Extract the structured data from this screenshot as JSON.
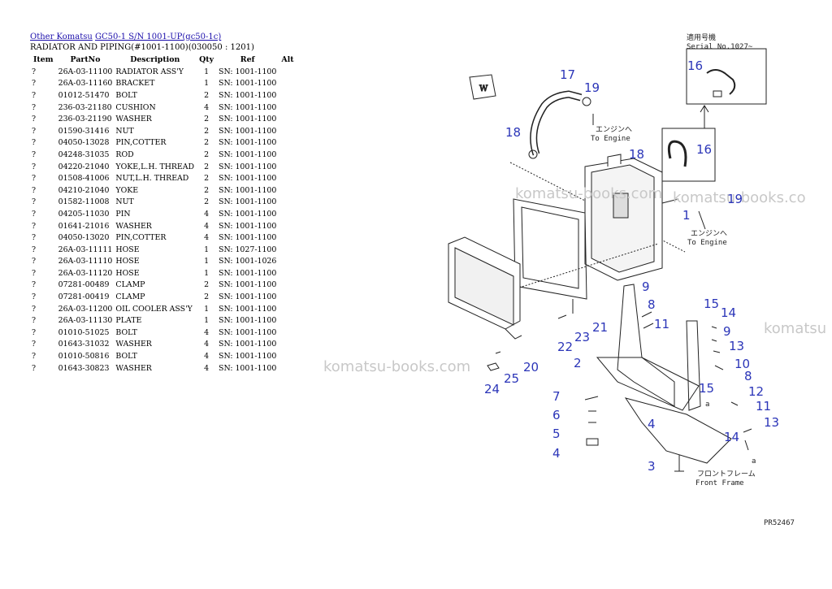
{
  "breadcrumb": {
    "link1": "Other Komatsu",
    "link2": "GC50-1 S/N 1001-UP(gc50-1c)"
  },
  "subtitle": "RADIATOR AND PIPING(#1001-1100)(030050 : 1201)",
  "headers": {
    "item": "Item",
    "part": "PartNo",
    "desc": "Description",
    "qty": "Qty",
    "ref": "Ref",
    "alt": "Alt"
  },
  "rows": [
    {
      "item": "?",
      "part": "26A-03-11100",
      "desc": "RADIATOR ASS'Y",
      "qty": "1",
      "ref": "SN: 1001-1100"
    },
    {
      "item": "?",
      "part": "26A-03-11160",
      "desc": "BRACKET",
      "qty": "1",
      "ref": "SN: 1001-1100"
    },
    {
      "item": "?",
      "part": "01012-51470",
      "desc": "BOLT",
      "qty": "2",
      "ref": "SN: 1001-1100"
    },
    {
      "item": "?",
      "part": "236-03-21180",
      "desc": "CUSHION",
      "qty": "4",
      "ref": "SN: 1001-1100"
    },
    {
      "item": "?",
      "part": "236-03-21190",
      "desc": "WASHER",
      "qty": "2",
      "ref": "SN: 1001-1100"
    },
    {
      "item": "?",
      "part": "01590-31416",
      "desc": "NUT",
      "qty": "2",
      "ref": "SN: 1001-1100"
    },
    {
      "item": "?",
      "part": "04050-13028",
      "desc": "PIN,COTTER",
      "qty": "2",
      "ref": "SN: 1001-1100"
    },
    {
      "item": "?",
      "part": "04248-31035",
      "desc": "ROD",
      "qty": "2",
      "ref": "SN: 1001-1100"
    },
    {
      "item": "?",
      "part": "04220-21040",
      "desc": "YOKE,L.H. THREAD",
      "qty": "2",
      "ref": "SN: 1001-1100"
    },
    {
      "item": "?",
      "part": "01508-41006",
      "desc": "NUT,L.H. THREAD",
      "qty": "2",
      "ref": "SN: 1001-1100"
    },
    {
      "item": "?",
      "part": "04210-21040",
      "desc": "YOKE",
      "qty": "2",
      "ref": "SN: 1001-1100"
    },
    {
      "item": "?",
      "part": "01582-11008",
      "desc": "NUT",
      "qty": "2",
      "ref": "SN: 1001-1100"
    },
    {
      "item": "?",
      "part": "04205-11030",
      "desc": "PIN",
      "qty": "4",
      "ref": "SN: 1001-1100"
    },
    {
      "item": "?",
      "part": "01641-21016",
      "desc": "WASHER",
      "qty": "4",
      "ref": "SN: 1001-1100"
    },
    {
      "item": "?",
      "part": "04050-13020",
      "desc": "PIN,COTTER",
      "qty": "4",
      "ref": "SN: 1001-1100"
    },
    {
      "item": "?",
      "part": "26A-03-11111",
      "desc": "HOSE",
      "qty": "1",
      "ref": "SN: 1027-1100"
    },
    {
      "item": "?",
      "part": "26A-03-11110",
      "desc": "HOSE",
      "qty": "1",
      "ref": "SN: 1001-1026"
    },
    {
      "item": "?",
      "part": "26A-03-11120",
      "desc": "HOSE",
      "qty": "1",
      "ref": "SN: 1001-1100"
    },
    {
      "item": "?",
      "part": "07281-00489",
      "desc": "CLAMP",
      "qty": "2",
      "ref": "SN: 1001-1100"
    },
    {
      "item": "?",
      "part": "07281-00419",
      "desc": "CLAMP",
      "qty": "2",
      "ref": "SN: 1001-1100"
    },
    {
      "item": "?",
      "part": "26A-03-11200",
      "desc": "OIL COOLER ASS'Y",
      "qty": "1",
      "ref": "SN: 1001-1100"
    },
    {
      "item": "?",
      "part": "26A-03-11130",
      "desc": "PLATE",
      "qty": "1",
      "ref": "SN: 1001-1100"
    },
    {
      "item": "?",
      "part": "01010-51025",
      "desc": "BOLT",
      "qty": "4",
      "ref": "SN: 1001-1100"
    },
    {
      "item": "?",
      "part": "01643-31032",
      "desc": "WASHER",
      "qty": "4",
      "ref": "SN: 1001-1100"
    },
    {
      "item": "?",
      "part": "01010-50816",
      "desc": "BOLT",
      "qty": "4",
      "ref": "SN: 1001-1100"
    },
    {
      "item": "?",
      "part": "01643-30823",
      "desc": "WASHER",
      "qty": "4",
      "ref": "SN: 1001-1100"
    }
  ],
  "diagram": {
    "watermark": "komatsu-books.com",
    "watermark_partial_right": "komatsu-books.co",
    "watermark_partial_edge": "komatsu",
    "serial_note_jp": "適用号機",
    "serial_note": "Serial No.1027~",
    "to_engine_jp": "エンジンへ",
    "to_engine": "To Engine",
    "front_frame_jp": "フロントフレーム",
    "front_frame": "Front Frame",
    "drawing_code": "PR52467",
    "view_mark": "W",
    "ref_letter": "a"
  }
}
